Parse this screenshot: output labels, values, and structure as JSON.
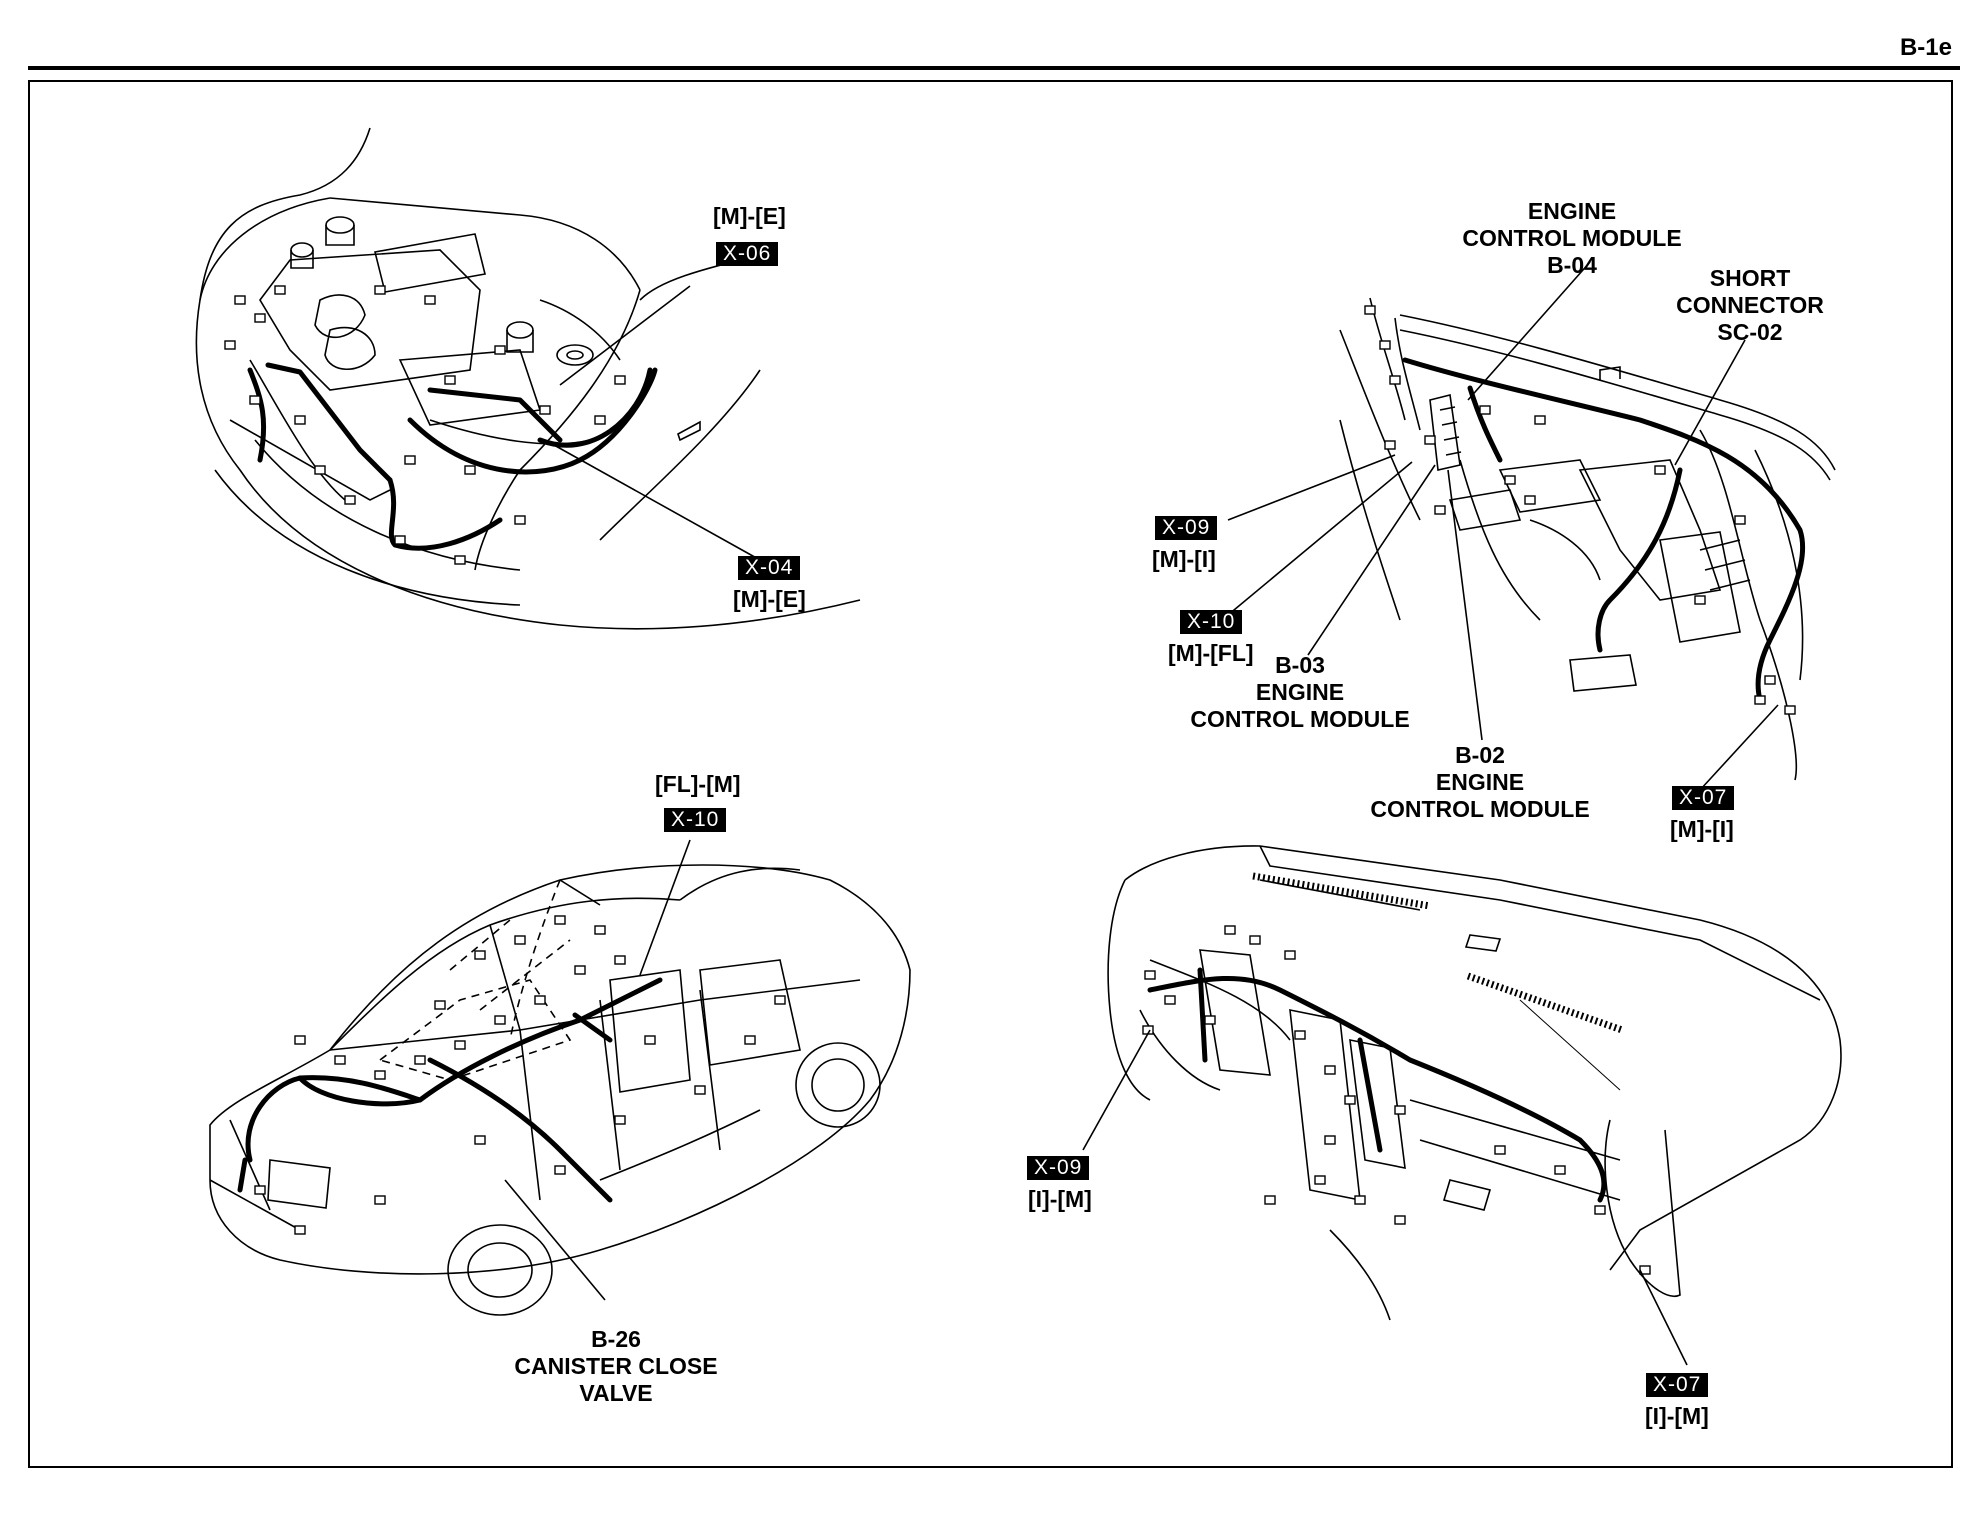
{
  "page_id": "B-1e",
  "top_left": {
    "upper_connector": {
      "pins": "[M]-[E]",
      "code": "X-06"
    },
    "lower_connector": {
      "code": "X-04",
      "pins": "[M]-[E]"
    }
  },
  "top_right": {
    "ecm_b04": {
      "line1": "ENGINE",
      "line2": "CONTROL MODULE",
      "line3": "B-04"
    },
    "short_connector": {
      "line1": "SHORT",
      "line2": "CONNECTOR",
      "line3": "SC-02"
    },
    "x09": {
      "code": "X-09",
      "pins": "[M]-[I]"
    },
    "x10": {
      "code": "X-10",
      "pins": "[M]-[FL]"
    },
    "ecm_b03": {
      "line1": "B-03",
      "line2": "ENGINE",
      "line3": "CONTROL MODULE"
    },
    "ecm_b02": {
      "line1": "B-02",
      "line2": "ENGINE",
      "line3": "CONTROL MODULE"
    },
    "x07": {
      "code": "X-07",
      "pins": "[M]-[I]"
    }
  },
  "bottom_left": {
    "x10": {
      "pins": "[FL]-[M]",
      "code": "X-10"
    },
    "valve": {
      "line1": "B-26",
      "line2": "CANISTER CLOSE",
      "line3": "VALVE"
    }
  },
  "bottom_right": {
    "x09": {
      "code": "X-09",
      "pins": "[I]-[M]"
    },
    "x07": {
      "code": "X-07",
      "pins": "[I]-[M]"
    }
  }
}
